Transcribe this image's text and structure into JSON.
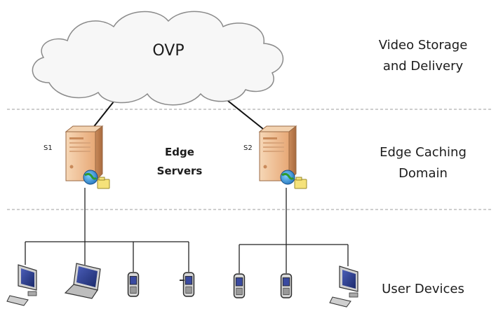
{
  "cloud": {
    "label": "OVP"
  },
  "layers": {
    "storage": {
      "line1": "Video Storage",
      "line2": "and Delivery"
    },
    "edge": {
      "line1": "Edge Caching",
      "line2": "Domain"
    },
    "users": {
      "line1": "User Devices"
    }
  },
  "edge_servers": {
    "line1": "Edge",
    "line2": "Servers"
  },
  "servers": [
    {
      "id": "S1",
      "icon": "server-icon"
    },
    {
      "id": "S2",
      "icon": "server-icon"
    }
  ],
  "devices_s1": [
    "desktop-computer-icon",
    "laptop-icon",
    "mobile-phone-icon",
    "mobile-phone-icon"
  ],
  "devices_s2": [
    "mobile-phone-icon",
    "mobile-phone-icon",
    "desktop-computer-icon"
  ],
  "colors": {
    "server_body": "#f2c9a0",
    "server_shadow": "#c98a5a",
    "cloud_fill": "#f7f7f7",
    "divider": "#bdbdbd",
    "device_screen": "#2c3e8f"
  }
}
